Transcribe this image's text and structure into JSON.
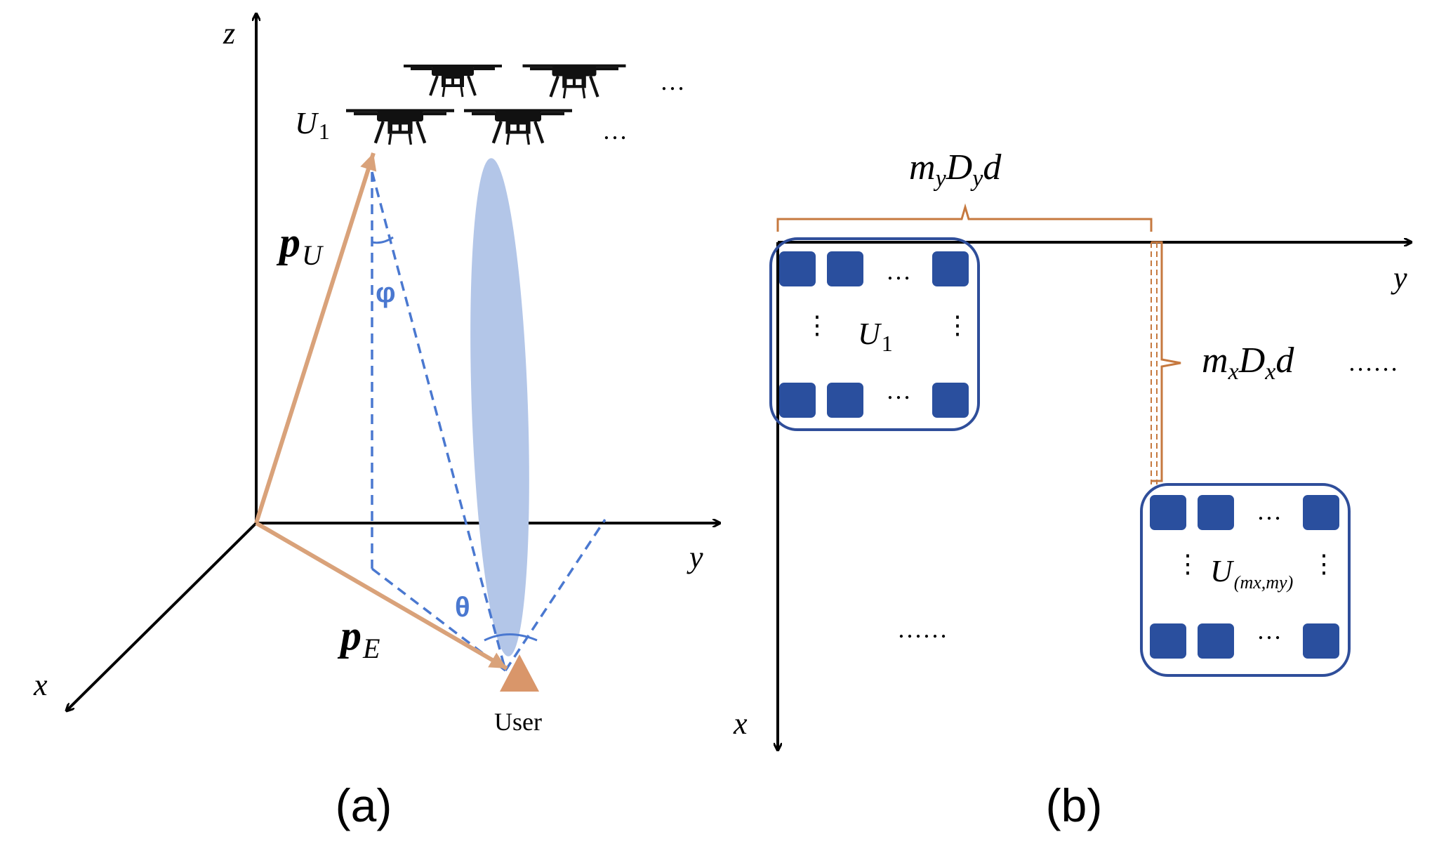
{
  "panel_a": {
    "caption": "(a)",
    "axes": {
      "x": "x",
      "y": "y",
      "z": "z"
    },
    "uav_label": {
      "main": "U",
      "sub": "1"
    },
    "vector_pu": {
      "main": "p",
      "sub": "U"
    },
    "vector_pe": {
      "main": "p",
      "sub": "E"
    },
    "angle_phi": "φ",
    "angle_theta": "θ",
    "user_label": "User",
    "ellipsis_top": "…",
    "ellipsis_mid": "…",
    "colors": {
      "vector": "#D9A27A",
      "beam": "#B3C6E8",
      "dashed": "#4A78D0",
      "user": "#D9966A"
    }
  },
  "panel_b": {
    "caption": "(b)",
    "axes": {
      "x": "x",
      "y": "y"
    },
    "dim_top": {
      "m": "m",
      "m_sub": "y",
      "D": "D",
      "D_sub": "y",
      "d": "d"
    },
    "dim_right": {
      "m": "m",
      "m_sub": "x",
      "D": "D",
      "D_sub": "x",
      "d": "d"
    },
    "array_1": {
      "main": "U",
      "sub": "1"
    },
    "array_2": {
      "main": "U",
      "sub": "(mx,my)"
    },
    "row_ellipsis": "…",
    "col_ellipsis": "⋮",
    "right_ellipsis": "……",
    "bottom_ellipsis": "……",
    "colors": {
      "element": "#2A4F9E",
      "frame": "#2F4E9A",
      "brace": "#C6793F"
    }
  }
}
